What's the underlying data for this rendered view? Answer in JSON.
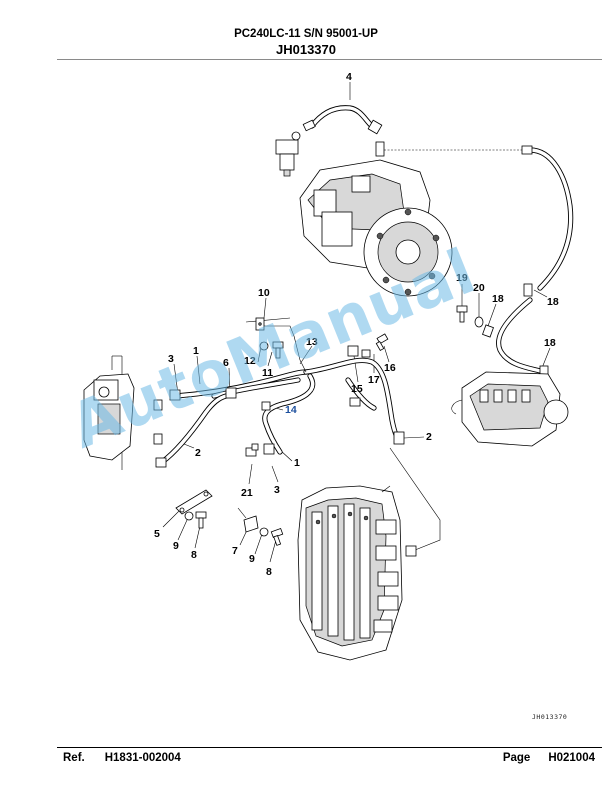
{
  "header": {
    "model_line": "PC240LC-11 S/N 95001-UP",
    "figure_id": "JH013370"
  },
  "figure": {
    "code": "JH013370",
    "callouts": [
      "4",
      "10",
      "12",
      "11",
      "13",
      "19",
      "20",
      "18",
      "18",
      "18",
      "3",
      "1",
      "6",
      "14",
      "15",
      "17",
      "16",
      "2",
      "2",
      "1",
      "21",
      "3",
      "5",
      "9",
      "8",
      "7",
      "9",
      "8"
    ]
  },
  "watermark": "AutoManual",
  "footer": {
    "ref_label": "Ref.",
    "ref_value": "H1831-002004",
    "page_label": "Page",
    "page_value": "H021004"
  }
}
